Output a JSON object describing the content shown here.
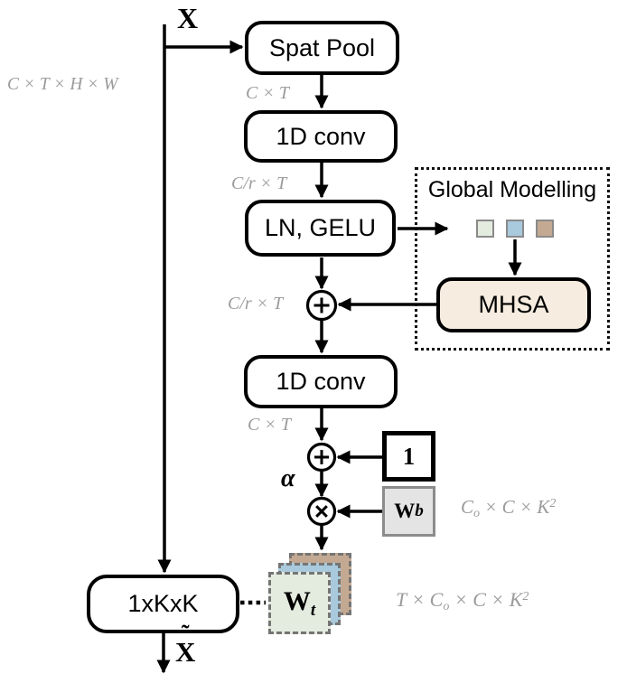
{
  "figure": {
    "input": {
      "symbol": "X",
      "dims": "C × T × H × W"
    },
    "output": {
      "tilde": "˜",
      "symbol": "X"
    },
    "nodes": {
      "spat_pool": "Spat Pool",
      "conv1": "1D conv",
      "ln_gelu": "LN, GELU",
      "conv2": "1D conv",
      "mhsa": "MHSA",
      "kernel_1xkxk": "1xKxK",
      "one": "1",
      "alpha": "α",
      "wb": {
        "base": "W",
        "sub": "b"
      },
      "wt": {
        "base": "W",
        "sub": "t"
      }
    },
    "global_modelling": {
      "title": "Global Modelling"
    },
    "dim_labels": {
      "after_pool": "C × T",
      "after_conv1": "C/r × T",
      "at_add": "C/r × T",
      "after_conv2": "C × T",
      "wb_dims": {
        "pre": "C",
        "sub": "o",
        "mid": " × C × K",
        "sup": "2"
      },
      "wt_dims": {
        "pre": "T × C",
        "sub": "o",
        "mid": " × C × K",
        "sup": "2"
      }
    },
    "colors": {
      "mhsa_fill": "#f6ecdf",
      "token_green": "#e4ebdf",
      "token_blue": "#a9c9dc",
      "token_tan": "#c4a992",
      "wb_fill": "#e4e4e4",
      "label_gray": "#9b9b9b"
    }
  }
}
